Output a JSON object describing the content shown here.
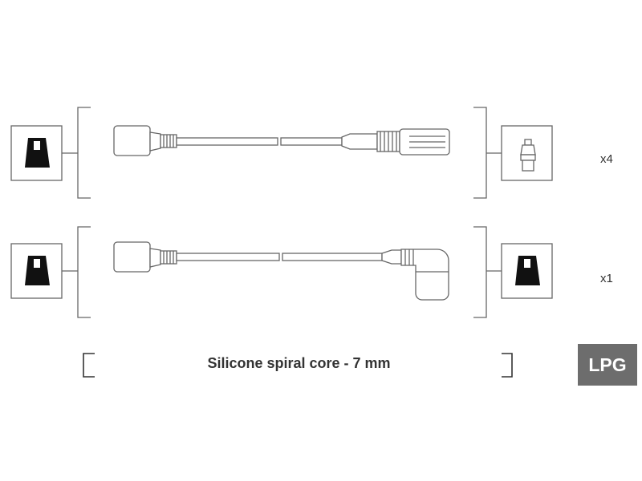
{
  "sets": [
    {
      "quantity": "x4",
      "left_terminal": "distributor-cap-boot-icon",
      "right_terminal": "straight-spark-plug-connector-icon"
    },
    {
      "quantity": "x1",
      "left_terminal": "distributor-cap-boot-icon",
      "right_terminal": "angled-boot-icon"
    }
  ],
  "caption": "Silicone spiral core - 7 mm",
  "badge": "LPG",
  "colors": {
    "line": "#555555",
    "badge_background": "#6d6d6d",
    "badge_text": "#ffffff"
  }
}
